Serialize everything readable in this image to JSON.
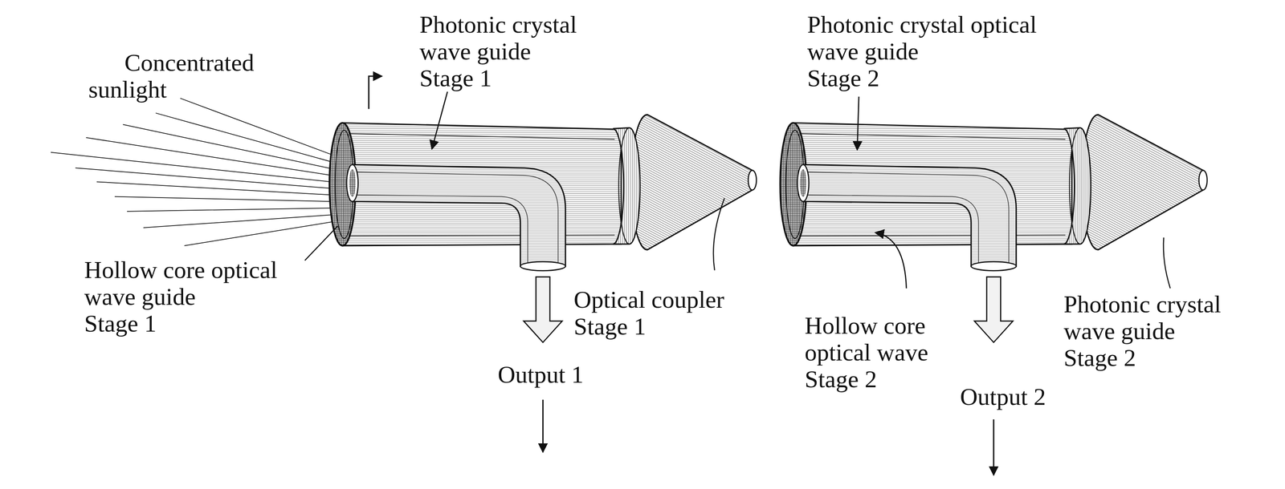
{
  "diagram": {
    "labels": [
      "Concentrated sunlight",
      "Photonic crystal wave guide Stage 1",
      "Photonic crystal optical wave guide Stage 2",
      "Hollow core optical wave guide Stage 1",
      "Optical coupler Stage 1",
      "Output 1",
      "Hollow core optical wave Stage 2",
      "Photonic crystal wave guide Stage 2",
      "Output 2"
    ]
  }
}
